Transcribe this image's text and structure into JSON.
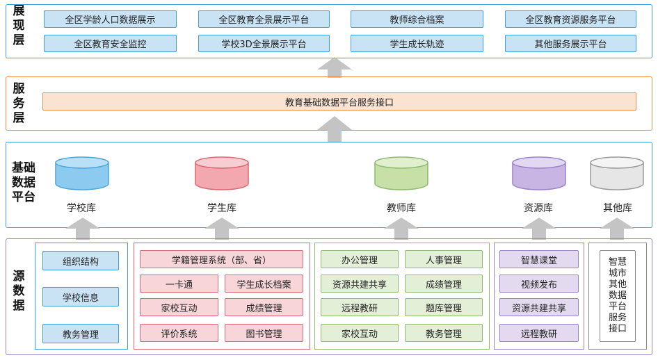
{
  "presentation_layer": {
    "label": "展现层",
    "items": [
      "全区学龄人口数据展示",
      "全区教育全景展示平台",
      "教师综合档案",
      "全区教育资源服务平台",
      "全区教育安全监控",
      "学校3D全景展示平台",
      "学生成长轨迹",
      "其他服务展示平台"
    ]
  },
  "service_layer": {
    "label": "服务层",
    "interface": "教育基础数据平台服务接口"
  },
  "data_platform": {
    "label": "基础数据平台",
    "databases": [
      {
        "name": "学校库",
        "color": "#8ccbef"
      },
      {
        "name": "学生库",
        "color": "#f2a8ae"
      },
      {
        "name": "教师库",
        "color": "#c7e0a8"
      },
      {
        "name": "资源库",
        "color": "#c9b5e4"
      },
      {
        "name": "其他库",
        "color": "#e6e6e6"
      }
    ]
  },
  "source_data": {
    "label": "源数据",
    "school": [
      "组织结构",
      "学校信息",
      "教务管理"
    ],
    "student": [
      "学籍管理系统（部、省）",
      "一卡通",
      "学生成长档案",
      "家校互动",
      "成绩管理",
      "评价系统",
      "图书管理"
    ],
    "teacher": [
      "办公管理",
      "人事管理",
      "资源共建共享",
      "成绩管理",
      "远程教研",
      "题库管理",
      "家校互动",
      "教务管理"
    ],
    "resource": [
      "智慧课堂",
      "视频发布",
      "资源共建共享",
      "远程教研"
    ],
    "other": "智慧城市其他数据平台服务接口"
  },
  "colors": {
    "presentation_border": "#3da0d6",
    "service_border": "#ec8e4e",
    "platform_border": "#3da0d6",
    "source_border": "#9a82c6",
    "arrow": "#c4c4c4"
  }
}
